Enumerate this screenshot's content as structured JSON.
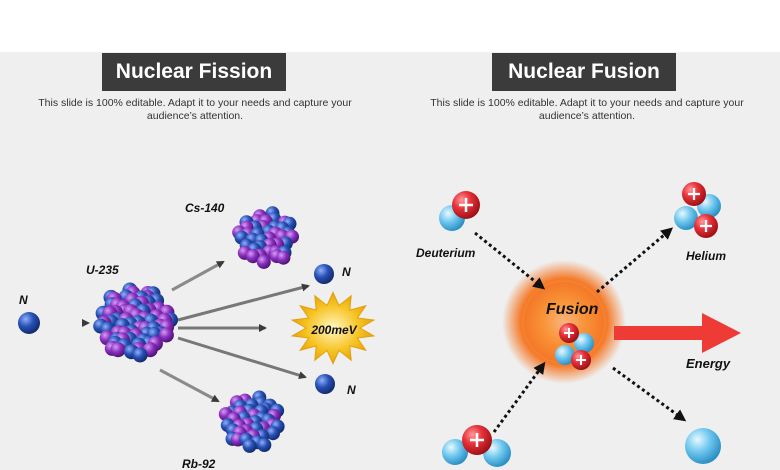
{
  "fission": {
    "title": "Nuclear Fission",
    "subtitle": "This slide is 100% editable. Adapt it to your needs and capture your audience’s attention.",
    "labels": {
      "incoming_neutron": "N",
      "uranium": "U-235",
      "cesium": "Cs-140",
      "neutron_top": "N",
      "energy_burst": "200meV",
      "neutron_bottom": "N",
      "rubidium": "Rb-92"
    }
  },
  "fusion": {
    "title": "Nuclear Fusion",
    "subtitle": "This slide is 100% editable. Adapt it to your needs and capture your audience’s attention.",
    "labels": {
      "deuterium": "Deuterium",
      "helium": "Helium",
      "fusion": "Fusion",
      "energy": "Energy"
    }
  },
  "colors": {
    "proton": "#e8323a",
    "neutron": "#6fc7ee",
    "nucleus_purple": "#8a2fc0",
    "nucleus_blue": "#2850b4",
    "energy_arrow": "#ef3b36",
    "fusion_glow": "#f47a2a",
    "burst": "#f6c21f"
  }
}
